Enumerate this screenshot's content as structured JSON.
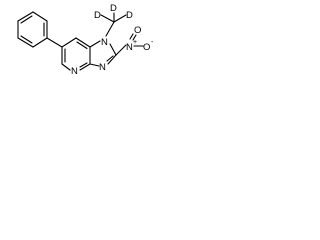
{
  "molecule": {
    "atoms": {
      "n1": "N",
      "n3": "N",
      "n_pyridine": "N",
      "nitro_n": "N",
      "nitro_o_double": "O",
      "nitro_o_single": "O",
      "d1": "D",
      "d2": "D",
      "d3": "D"
    },
    "charges": {
      "nitro_n": "+",
      "nitro_o_single": "-"
    }
  }
}
